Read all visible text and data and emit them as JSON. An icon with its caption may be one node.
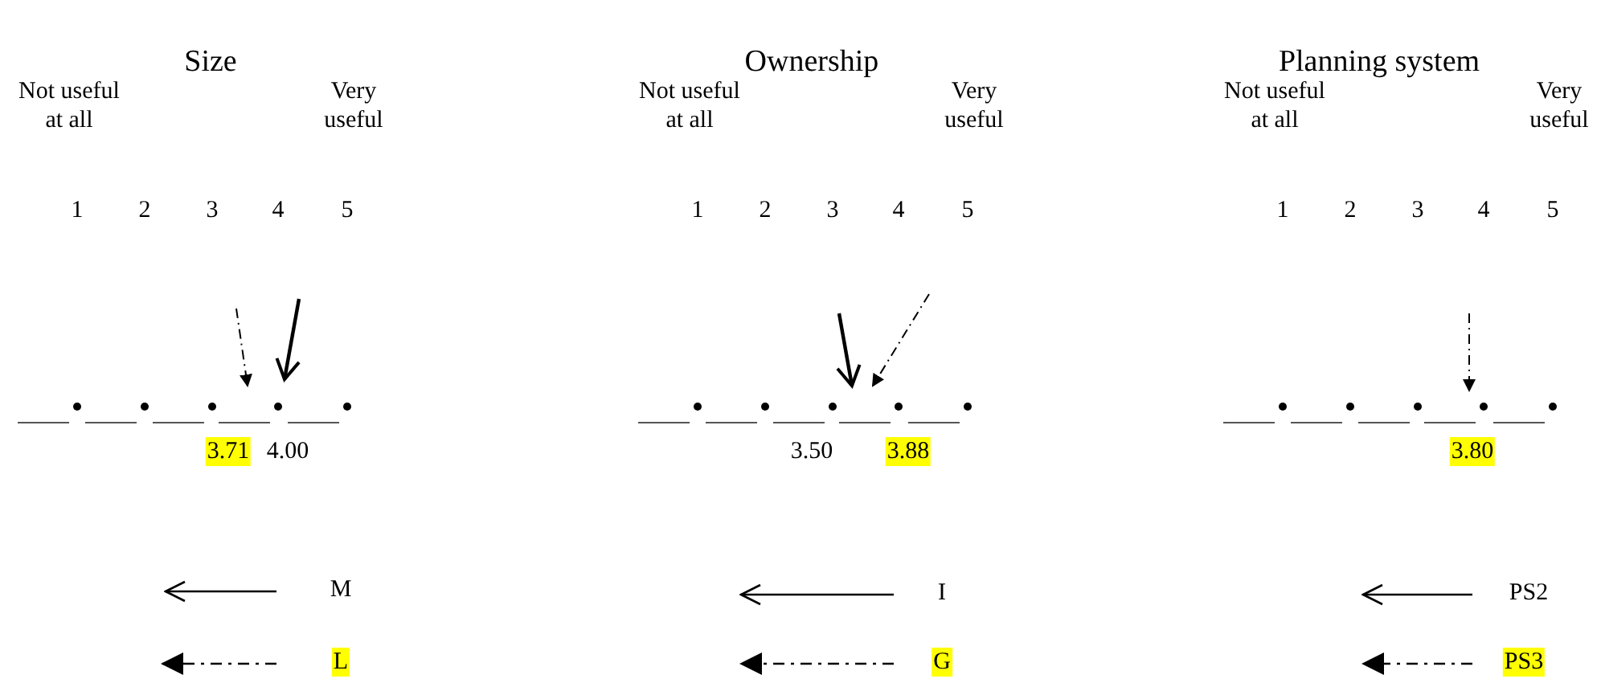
{
  "diagram": {
    "labels": [
      "Size",
      "Ownership",
      "Planning system",
      "Not useful at all",
      "Very useful",
      "Not useful at all",
      "Very useful",
      "Not useful at all",
      "Very useful",
      "1",
      "2",
      "3",
      "4",
      "5",
      "1",
      "2",
      "3",
      "4",
      "5",
      "1",
      "2",
      "3",
      "4",
      "5",
      "3.71",
      "4.00",
      "3.50",
      "3.88",
      "3.80"
    ],
    "legend": [
      {
        "text": "M"
      },
      {
        "text": "L"
      },
      {
        "text": "I"
      },
      {
        "text": "G"
      },
      {
        "text": "PS2"
      },
      {
        "text": "PS3"
      }
    ]
  }
}
